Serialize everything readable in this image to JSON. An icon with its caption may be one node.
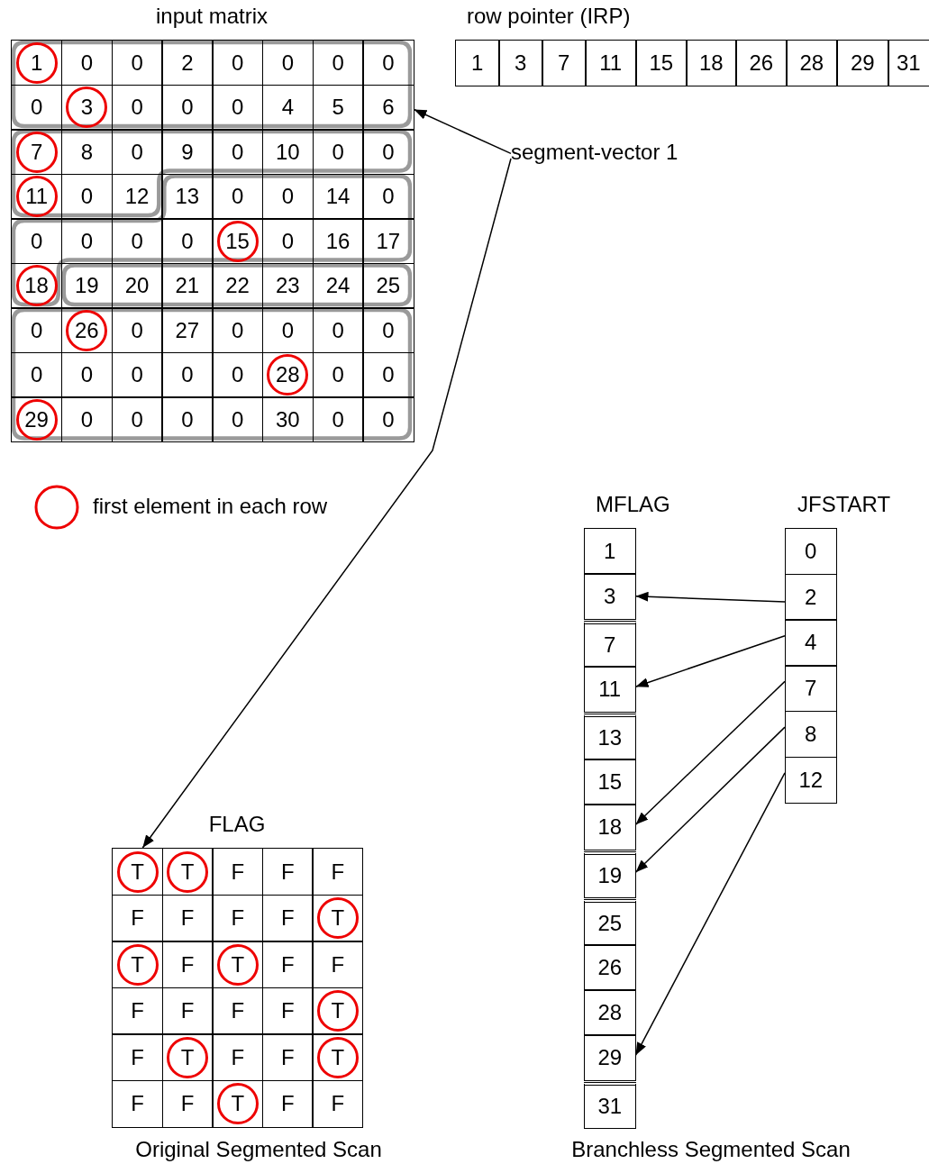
{
  "diagram": {
    "nodes": [
      {
        "text": [
          "input matrix"
        ]
      },
      {
        "text": [],
        "shape": "box",
        "in": 0
      },
      {
        "text": [
          "1"
        ],
        "in": 1
      },
      {
        "text": [
          "0"
        ],
        "in": 0
      },
      {
        "text": [
          "0"
        ],
        "in": 0
      },
      {
        "text": [
          "2"
        ],
        "in": 0
      },
      {
        "text": [
          "0"
        ],
        "in": 0
      },
      {
        "text": [
          "0"
        ],
        "in": 0
      },
      {
        "text": [
          "0"
        ],
        "in": 0
      },
      {
        "text": [
          "0"
        ],
        "in": 0
      },
      {
        "text": [
          "0"
        ],
        "in": 0
      },
      {
        "text": [],
        "shape": "box",
        "in": 0
      },
      {
        "text": [
          "3"
        ],
        "in": 11
      },
      {
        "text": [
          "0"
        ],
        "in": 0
      },
      {
        "text": [
          "0"
        ],
        "in": 0
      },
      {
        "text": [
          "0"
        ],
        "in": 0
      },
      {
        "text": [
          "4"
        ],
        "in": 0
      },
      {
        "text": [
          "5"
        ],
        "in": 0
      },
      {
        "text": [
          "6"
        ],
        "in": 0
      },
      {
        "text": [],
        "shape": "box",
        "in": 0
      },
      {
        "text": [
          "7"
        ],
        "in": 19
      },
      {
        "text": [
          "8"
        ],
        "in": 0
      },
      {
        "text": [
          "0"
        ],
        "in": 0
      },
      {
        "text": [
          "9"
        ],
        "in": 0
      },
      {
        "text": [
          "0"
        ],
        "in": 0
      },
      {
        "text": [
          "10"
        ],
        "in": 0
      },
      {
        "text": [
          "0"
        ],
        "in": 0
      },
      {
        "text": [
          "0"
        ],
        "in": 0
      },
      {
        "text": [],
        "shape": "box",
        "in": 0
      },
      {
        "text": [
          "11"
        ],
        "in": 28
      },
      {
        "text": [
          "0"
        ],
        "in": 0
      },
      {
        "text": [
          "12"
        ],
        "in": 0
      },
      {
        "text": [
          "13"
        ],
        "in": 0
      },
      {
        "text": [
          "0"
        ],
        "in": 0
      },
      {
        "text": [
          "0"
        ],
        "in": 0
      },
      {
        "text": [
          "14"
        ],
        "in": 0
      },
      {
        "text": [
          "0"
        ],
        "in": 0
      },
      {
        "text": [
          "0"
        ],
        "in": 0
      },
      {
        "text": [
          "0"
        ],
        "in": 0
      },
      {
        "text": [
          "0"
        ],
        "in": 0
      },
      {
        "text": [
          "0"
        ],
        "in": 0
      },
      {
        "text": [],
        "shape": "box",
        "in": 0
      },
      {
        "text": [
          "15"
        ],
        "in": 41
      },
      {
        "text": [
          "0"
        ],
        "in": 0
      },
      {
        "text": [
          "16"
        ],
        "in": 0
      },
      {
        "text": [
          "17"
        ],
        "in": 0
      },
      {
        "text": [],
        "shape": "box",
        "in": 0
      },
      {
        "text": [
          "18"
        ],
        "in": 46
      },
      {
        "text": [
          "19"
        ],
        "in": 0
      },
      {
        "text": [
          "20"
        ],
        "in": 0
      },
      {
        "text": [
          "21"
        ],
        "in": 0
      },
      {
        "text": [
          "22"
        ],
        "in": 0
      },
      {
        "text": [
          "23"
        ],
        "in": 0
      },
      {
        "text": [
          "24"
        ],
        "in": 0
      },
      {
        "text": [
          "25"
        ],
        "in": 0
      },
      {
        "text": [
          "0"
        ],
        "in": 0
      },
      {
        "text": [],
        "shape": "box",
        "in": 0
      },
      {
        "text": [
          "26"
        ],
        "in": 56
      },
      {
        "text": [
          "0"
        ],
        "in": 0
      },
      {
        "text": [
          "27"
        ],
        "in": 0
      },
      {
        "text": [
          "0"
        ],
        "in": 0
      },
      {
        "text": [
          "0"
        ],
        "in": 0
      },
      {
        "text": [
          "0"
        ],
        "in": 0
      },
      {
        "text": [
          "0"
        ],
        "in": 0
      },
      {
        "text": [
          "0"
        ],
        "in": 0
      },
      {
        "text": [
          "0"
        ],
        "in": 0
      },
      {
        "text": [
          "0"
        ],
        "in": 0
      },
      {
        "text": [
          "0"
        ],
        "in": 0
      },
      {
        "text": [
          "0"
        ],
        "in": 0
      },
      {
        "text": [],
        "shape": "box",
        "in": 0
      },
      {
        "text": [
          "28"
        ],
        "in": 69
      },
      {
        "text": [
          "0"
        ],
        "in": 0
      },
      {
        "text": [
          "0"
        ],
        "in": 0
      },
      {
        "text": [],
        "shape": "box",
        "in": 0
      },
      {
        "text": [
          "29"
        ],
        "in": 73
      },
      {
        "text": [
          "0"
        ],
        "in": 0
      },
      {
        "text": [
          "0"
        ],
        "in": 0
      },
      {
        "text": [
          "0"
        ],
        "in": 0
      },
      {
        "text": [
          "0"
        ],
        "in": 0
      },
      {
        "text": [
          "30"
        ],
        "in": 0
      },
      {
        "text": [
          "0"
        ],
        "in": 0
      },
      {
        "text": [
          "0"
        ],
        "in": 0
      },
      {
        "text": [
          "row pointer (IRP)"
        ]
      },
      {
        "text": [
          "1"
        ],
        "in": 82
      },
      {
        "text": [
          "3"
        ],
        "in": 82
      },
      {
        "text": [
          "7"
        ],
        "in": 82
      },
      {
        "text": [
          "11"
        ],
        "in": 82
      },
      {
        "text": [
          "15"
        ],
        "in": 82
      },
      {
        "text": [
          "18"
        ],
        "in": 82
      },
      {
        "text": [
          "26"
        ],
        "in": 82
      },
      {
        "text": [
          "28"
        ],
        "in": 82
      },
      {
        "text": [
          "29"
        ],
        "in": 82
      },
      {
        "text": [
          "31"
        ],
        "in": 82
      },
      {
        "text": [
          "segment-vector 1"
        ]
      },
      {
        "text": [
          "MFLAG"
        ]
      },
      {
        "text": [
          "1"
        ],
        "in": 94
      },
      {
        "text": [
          "3"
        ],
        "in": 94
      },
      {
        "text": [
          "7"
        ],
        "in": 94
      },
      {
        "text": [
          "11"
        ],
        "in": 94
      },
      {
        "text": [
          "13"
        ],
        "in": 94
      },
      {
        "text": [
          "15"
        ],
        "in": 94
      },
      {
        "text": [
          "18"
        ],
        "in": 94
      },
      {
        "text": [
          "19"
        ],
        "in": 94
      },
      {
        "text": [
          "25"
        ],
        "in": 94
      },
      {
        "text": [
          "26"
        ],
        "in": 94
      },
      {
        "text": [
          "28"
        ],
        "in": 94
      },
      {
        "text": [
          "29"
        ],
        "in": 94
      },
      {
        "text": [
          "31"
        ],
        "in": 94
      },
      {
        "text": [
          "JFSTART"
        ]
      },
      {
        "text": [
          "0"
        ],
        "in": 108
      },
      {
        "text": [
          "2"
        ],
        "in": 108
      },
      {
        "text": [
          "4"
        ],
        "in": 108
      },
      {
        "text": [
          "7"
        ],
        "in": 108
      },
      {
        "text": [
          "8"
        ],
        "in": 108
      },
      {
        "text": [
          "12"
        ],
        "in": 108
      },
      {
        "text": [
          "FLAG"
        ]
      },
      {
        "text": [],
        "shape": "box",
        "in": 115
      },
      {
        "text": [
          "T"
        ],
        "in": 116
      },
      {
        "text": [],
        "shape": "box",
        "in": 115
      },
      {
        "text": [
          "T"
        ],
        "in": 118
      },
      {
        "text": [
          "F"
        ],
        "in": 115
      },
      {
        "text": [
          "F"
        ],
        "in": 115
      },
      {
        "text": [
          "F"
        ],
        "in": 115
      },
      {
        "text": [
          "F"
        ],
        "in": 115
      },
      {
        "text": [
          "F"
        ],
        "in": 115
      },
      {
        "text": [
          "F"
        ],
        "in": 115
      },
      {
        "text": [
          "F"
        ],
        "in": 115
      },
      {
        "text": [],
        "shape": "box",
        "in": 115
      },
      {
        "text": [
          "T"
        ],
        "in": 127
      },
      {
        "text": [],
        "shape": "box",
        "in": 115
      },
      {
        "text": [
          "T"
        ],
        "in": 129
      },
      {
        "text": [
          "F"
        ],
        "in": 115
      },
      {
        "text": [],
        "shape": "box",
        "in": 115
      },
      {
        "text": [
          "T"
        ],
        "in": 132
      },
      {
        "text": [
          "F"
        ],
        "in": 115
      },
      {
        "text": [
          "F"
        ],
        "in": 115
      },
      {
        "text": [
          "F"
        ],
        "in": 115
      },
      {
        "text": [
          "F"
        ],
        "in": 115
      },
      {
        "text": [
          "F"
        ],
        "in": 115
      },
      {
        "text": [
          "F"
        ],
        "in": 115
      },
      {
        "text": [],
        "shape": "box",
        "in": 115
      },
      {
        "text": [
          "T"
        ],
        "in": 140
      },
      {
        "text": [
          "F"
        ],
        "in": 115
      },
      {
        "text": [],
        "shape": "box",
        "in": 115
      },
      {
        "text": [
          "T"
        ],
        "in": 143
      },
      {
        "text": [
          "F"
        ],
        "in": 115
      },
      {
        "text": [
          "F"
        ],
        "in": 115
      },
      {
        "text": [],
        "shape": "box",
        "in": 115
      },
      {
        "text": [
          "T"
        ],
        "in": 147
      },
      {
        "text": [
          "F"
        ],
        "in": 115
      },
      {
        "text": [
          "F"
        ],
        "in": 115
      },
      {
        "text": [],
        "shape": "box",
        "in": 115
      },
      {
        "text": [
          "T"
        ],
        "in": 151
      },
      {
        "text": [
          "F"
        ],
        "in": 115
      },
      {
        "text": [
          "F"
        ],
        "in": 115
      }
    ],
    "edges": [
      {
        "from": 93,
        "to": 18,
        "arrow": "to"
      },
      {
        "from": 93,
        "to": 116,
        "arrow": "to"
      },
      {
        "from": 110,
        "to": 96,
        "arrow": "to"
      },
      {
        "from": 111,
        "to": 98,
        "arrow": "to"
      },
      {
        "from": 112,
        "to": 101,
        "arrow": "to"
      },
      {
        "from": 113,
        "to": 102,
        "arrow": "to"
      },
      {
        "from": 114,
        "to": 106,
        "arrow": "to"
      }
    ],
    "labels": [
      "Original Segmented Scan",
      "Branchless Segmented Scan"
    ],
    "legend": [
      {
        "text": "first element in each row"
      }
    ]
  }
}
